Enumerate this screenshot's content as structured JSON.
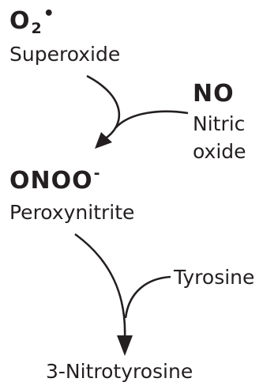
{
  "superoxide": {
    "symbol": "O",
    "subscript": "2",
    "radical": "•",
    "name": "Superoxide"
  },
  "nitric_oxide": {
    "formula": "NO",
    "name_line1": "Nitric",
    "name_line2": "oxide"
  },
  "peroxynitrite": {
    "formula": "ONOO",
    "charge": "-",
    "name": "Peroxynitrite"
  },
  "tyrosine": {
    "name": "Tyrosine"
  },
  "product": {
    "name": "3-Nitrotyrosine"
  },
  "colors": {
    "ink": "#231f20",
    "background": "#ffffff"
  }
}
